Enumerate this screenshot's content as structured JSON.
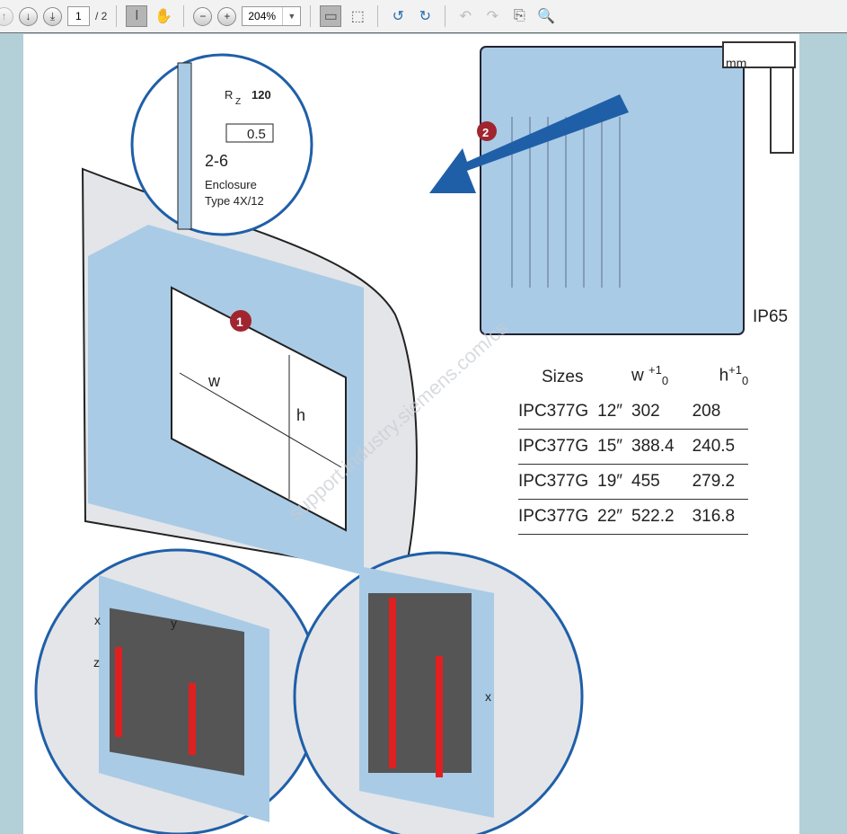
{
  "toolbar": {
    "current_page": "1",
    "total_pages": "/ 2",
    "zoom": "204%",
    "icons": [
      "prev-page-icon",
      "next-page-icon",
      "last-page-icon",
      "select-tool-icon",
      "hand-tool-icon",
      "zoom-out-icon",
      "zoom-in-icon",
      "fit-width-icon",
      "fit-page-icon",
      "rotate-ccw-icon",
      "rotate-cw-icon",
      "undo-icon",
      "redo-icon",
      "copy-icon",
      "search-icon"
    ]
  },
  "drawing": {
    "rz_label": "R",
    "rz_sub": "Z",
    "rz_value": "120",
    "flatness": "0.5",
    "thickness": "2-6",
    "enclosure_line1": "Enclosure",
    "enclosure_line2": "Type 4X/12",
    "callout1": "1",
    "callout2": "2",
    "w": "w",
    "h": "h",
    "mm": "mm",
    "axis_x": "x",
    "axis_y": "y",
    "axis_z": "z",
    "watermark": "support.industry.siemens.com/cs"
  },
  "ip_rating": "IP65",
  "table": {
    "headers": [
      "Sizes",
      "",
      "w",
      "h"
    ],
    "tolerance_plus": "+1",
    "tolerance_zero": "0",
    "rows": [
      [
        "IPC377G",
        "12″",
        "302",
        "208"
      ],
      [
        "IPC377G",
        "15″",
        "388.4",
        "240.5"
      ],
      [
        "IPC377G",
        "19″",
        "455",
        "279.2"
      ],
      [
        "IPC377G",
        "22″",
        "522.2",
        "316.8"
      ]
    ]
  },
  "colors": {
    "accent_blue": "#1f5fa8",
    "callout_red": "#a0252f",
    "panel_blue": "#a9cbe6"
  }
}
